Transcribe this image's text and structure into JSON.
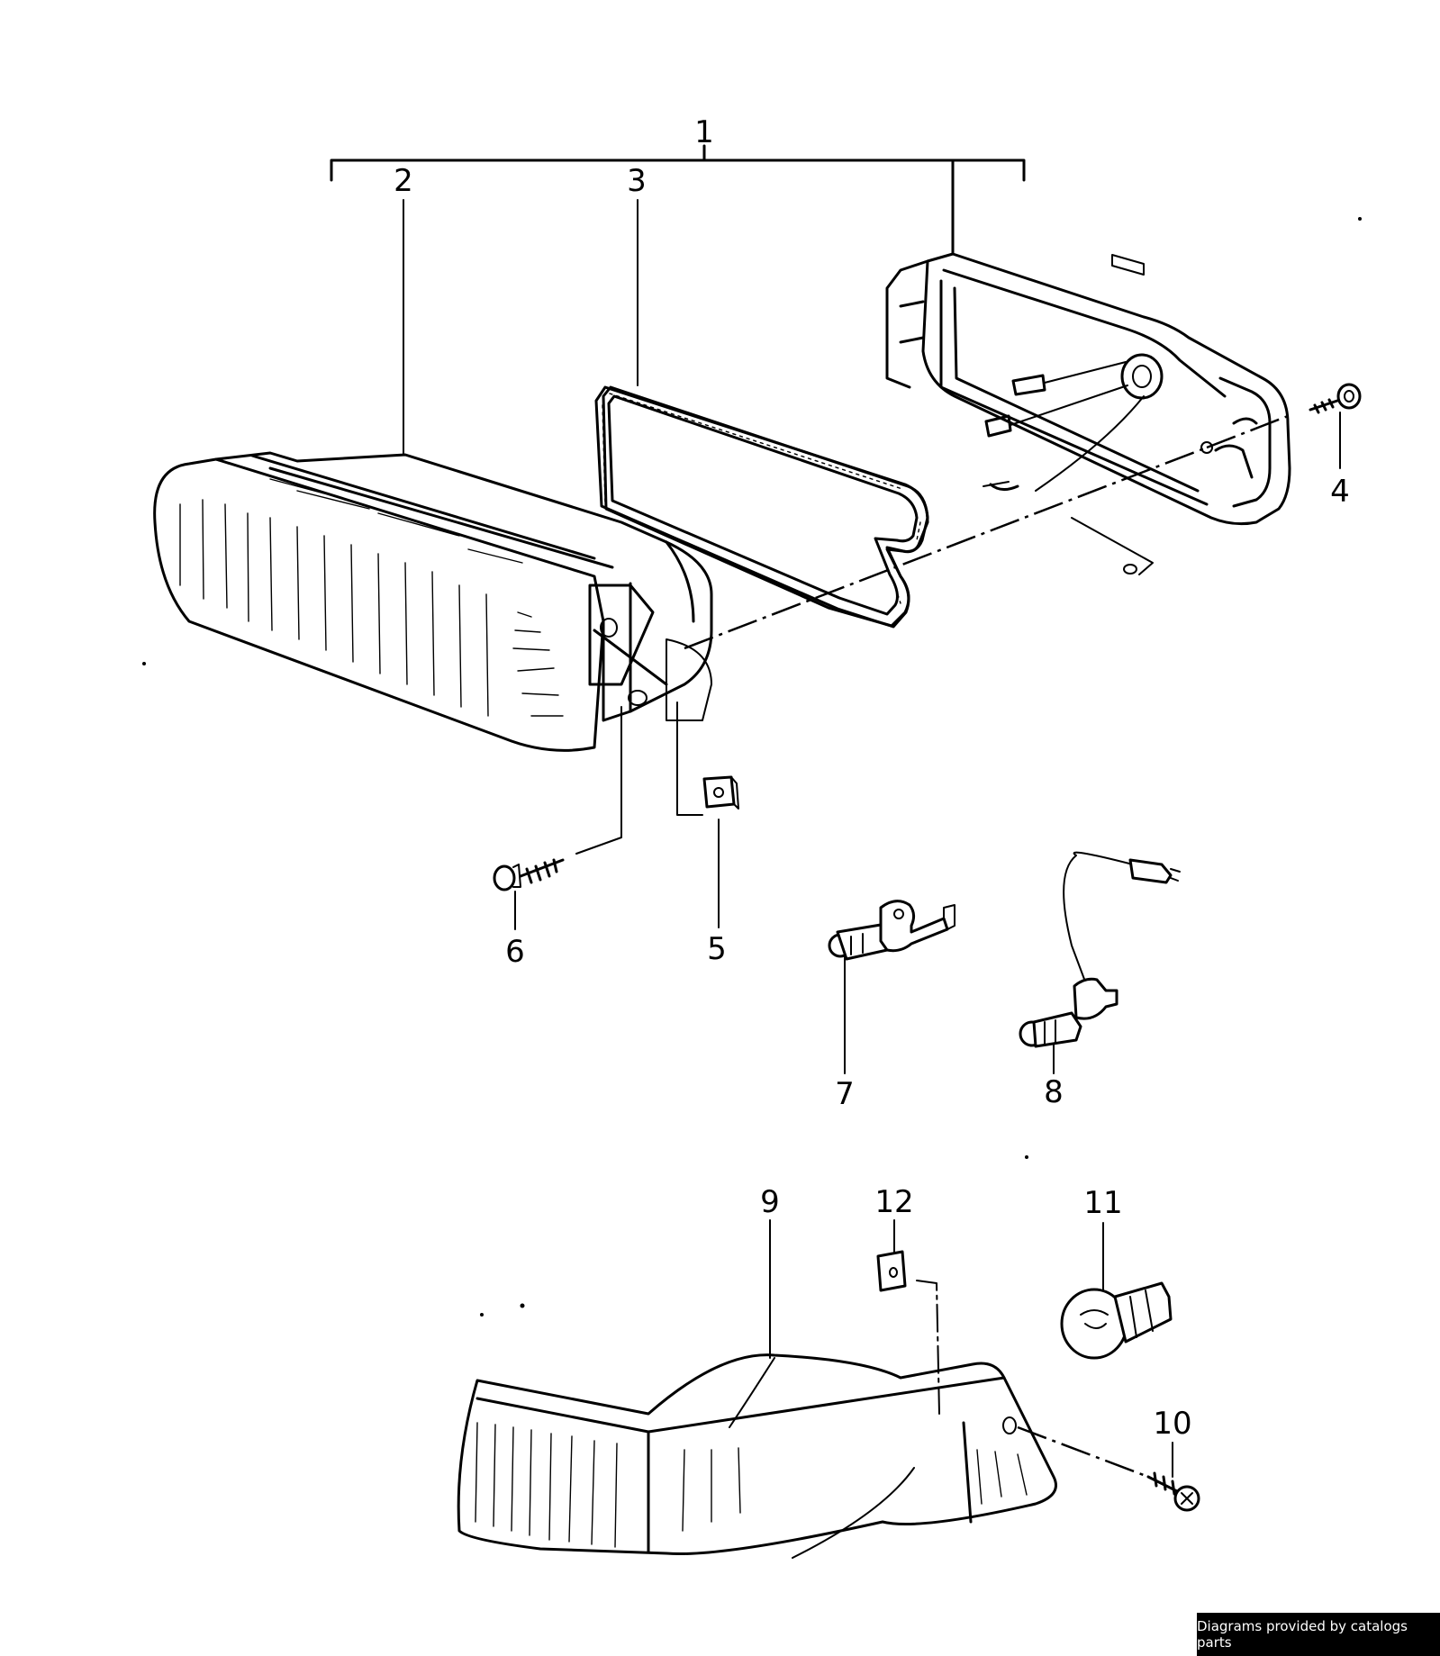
{
  "callouts": [
    {
      "id": "callout-1",
      "text": "1"
    },
    {
      "id": "callout-2",
      "text": "2"
    },
    {
      "id": "callout-3",
      "text": "3"
    },
    {
      "id": "callout-4",
      "text": "4"
    },
    {
      "id": "callout-5",
      "text": "5"
    },
    {
      "id": "callout-6",
      "text": "6"
    },
    {
      "id": "callout-7",
      "text": "7"
    },
    {
      "id": "callout-8",
      "text": "8"
    },
    {
      "id": "callout-9",
      "text": "9"
    },
    {
      "id": "callout-10",
      "text": "10"
    },
    {
      "id": "callout-11",
      "text": "11"
    },
    {
      "id": "callout-12",
      "text": "12"
    }
  ],
  "credit": "Diagrams provided by catalogs parts"
}
